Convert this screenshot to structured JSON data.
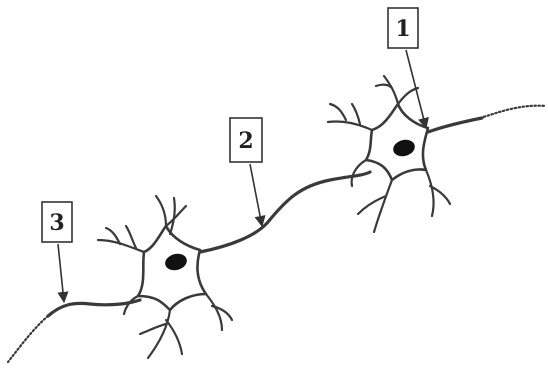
{
  "labels": [
    {
      "id": "1",
      "text": "1"
    },
    {
      "id": "2",
      "text": "2"
    },
    {
      "id": "3",
      "text": "3"
    }
  ]
}
